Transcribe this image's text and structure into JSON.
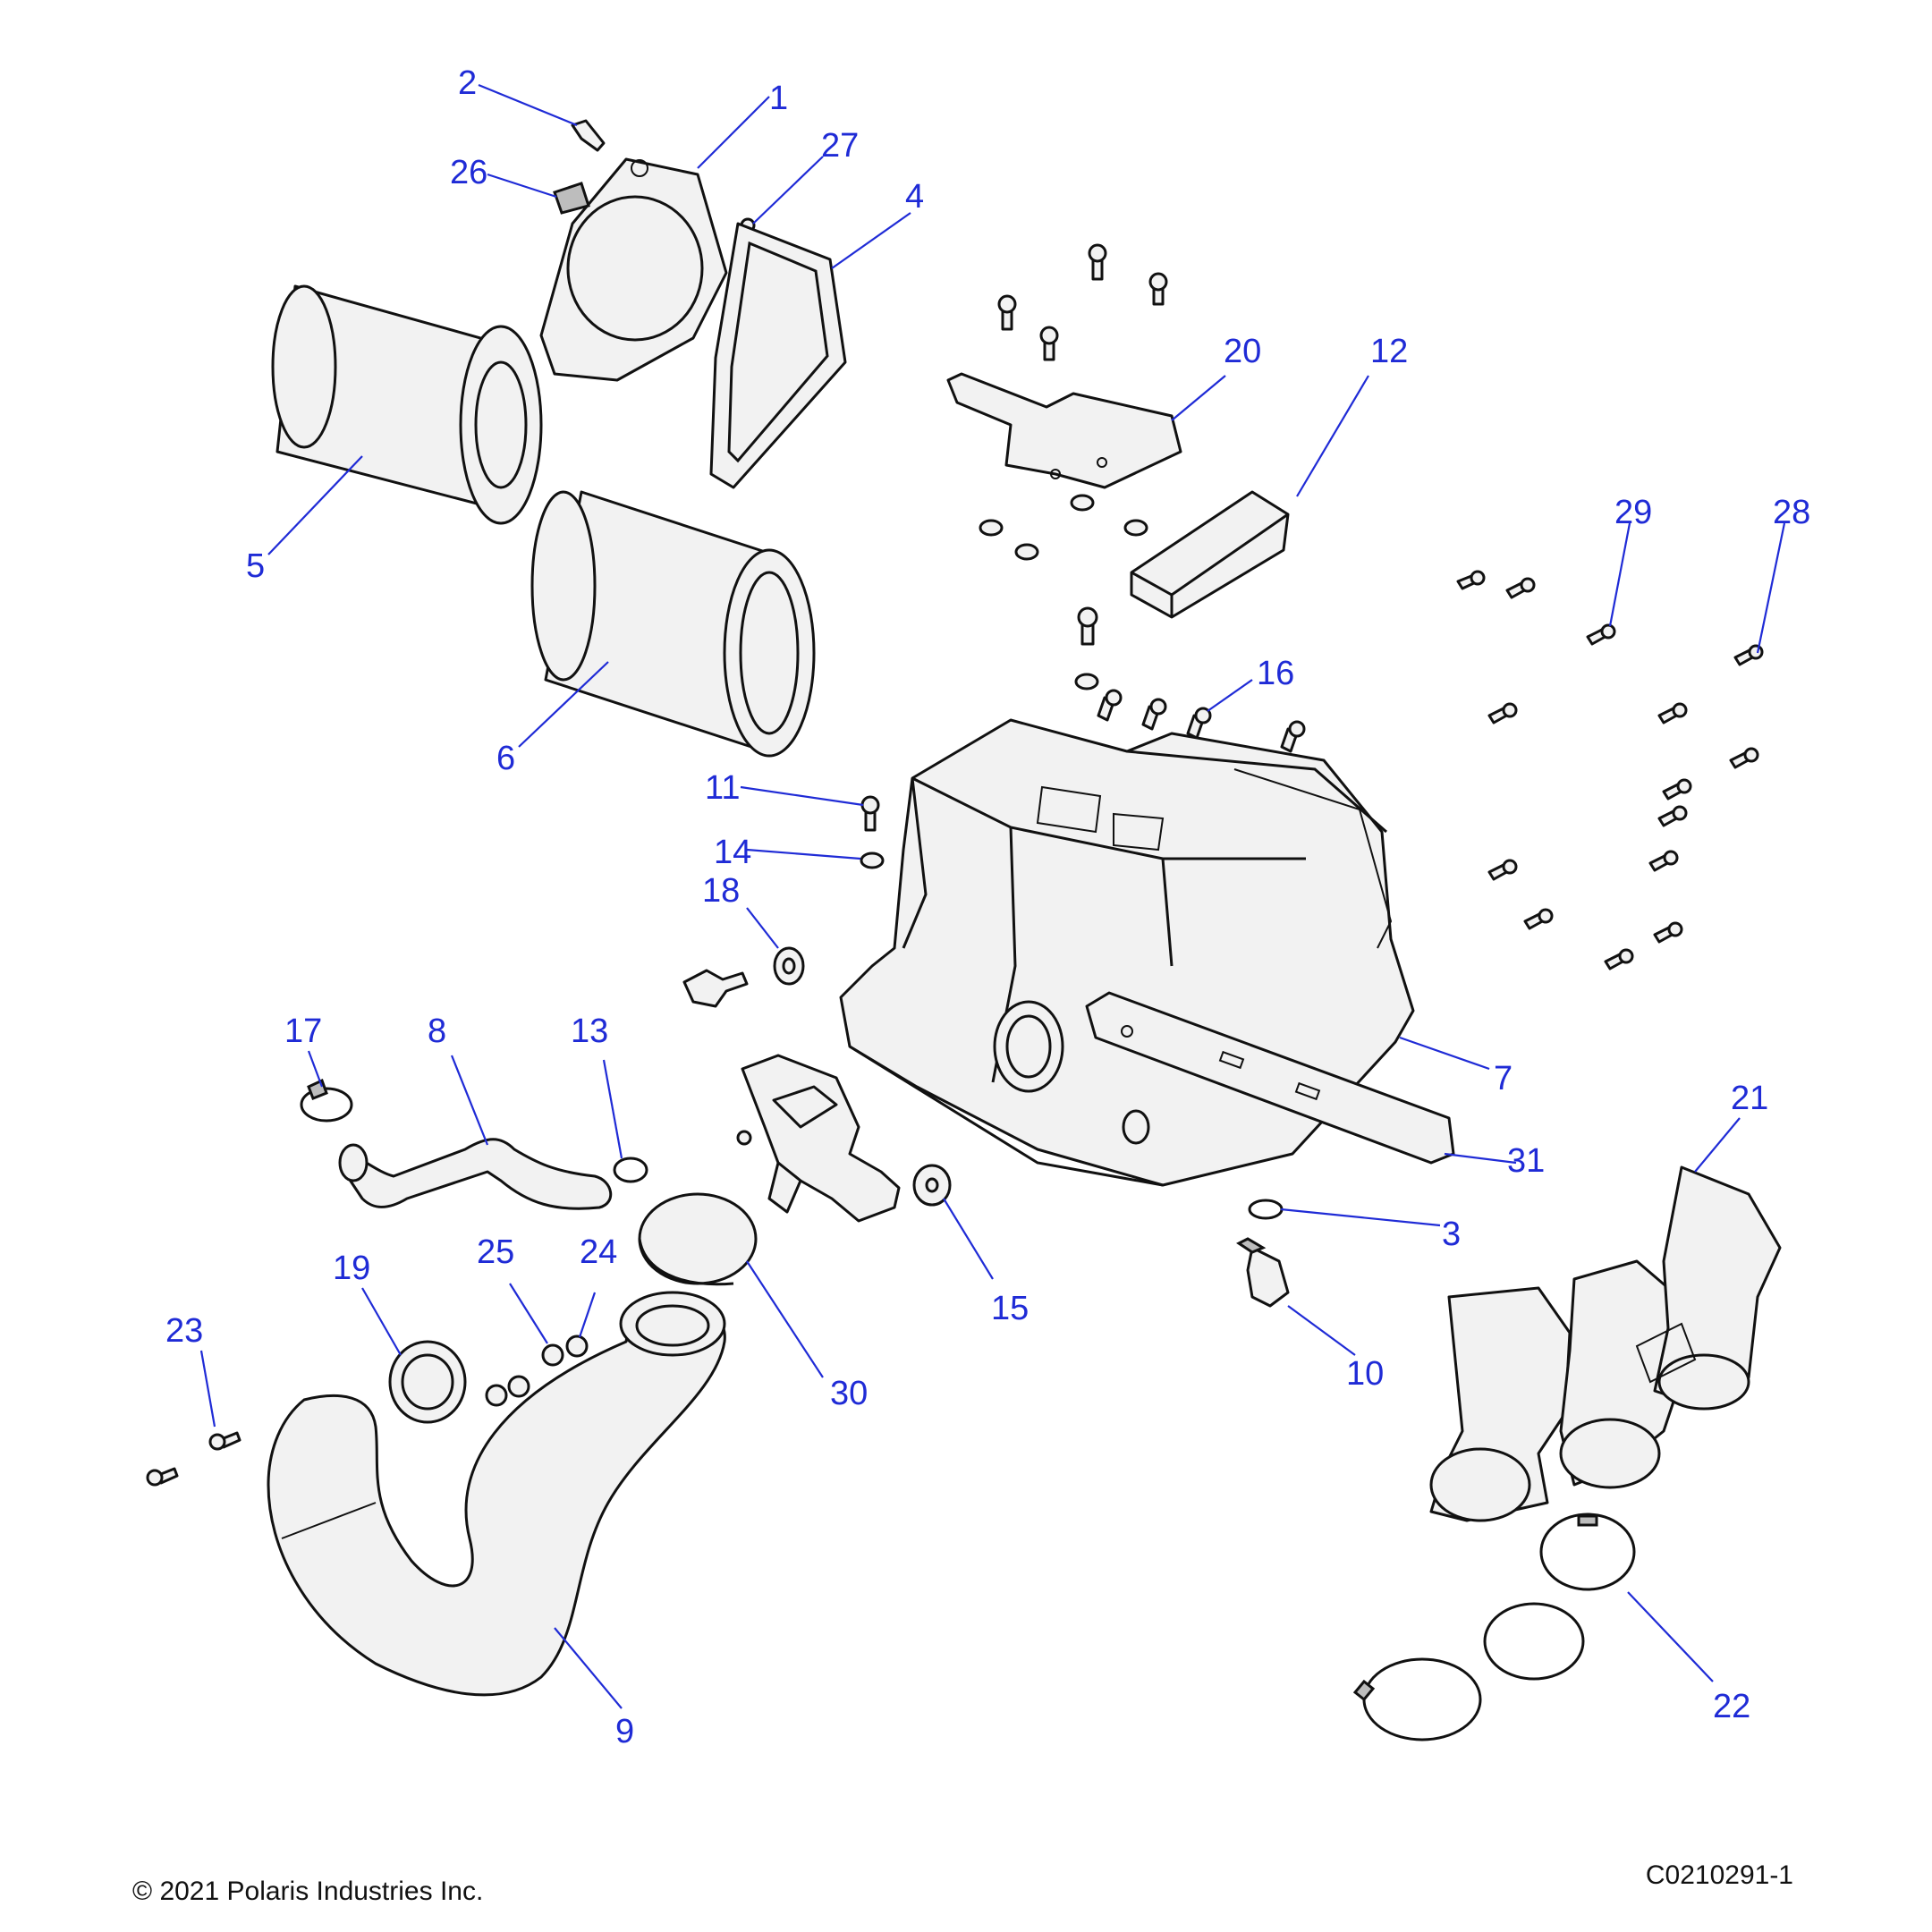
{
  "callouts": {
    "c1": "1",
    "c2": "2",
    "c3": "3",
    "c4": "4",
    "c5": "5",
    "c6": "6",
    "c7": "7",
    "c8": "8",
    "c9": "9",
    "c10": "10",
    "c11": "11",
    "c12": "12",
    "c13": "13",
    "c14": "14",
    "c15": "15",
    "c16": "16",
    "c17": "17",
    "c18": "18",
    "c19": "19",
    "c20": "20",
    "c21": "21",
    "c22": "22",
    "c23": "23",
    "c24": "24",
    "c25": "25",
    "c26": "26",
    "c27": "27",
    "c28": "28",
    "c29": "29",
    "c30": "30",
    "c31": "31"
  },
  "footer": {
    "copyright": "© 2021 Polaris Industries Inc.",
    "drawing_id": "C0210291-1"
  },
  "colors": {
    "callout": "#1f2bd6",
    "line_art": "#111111",
    "part_fill": "#f2f2f2"
  }
}
